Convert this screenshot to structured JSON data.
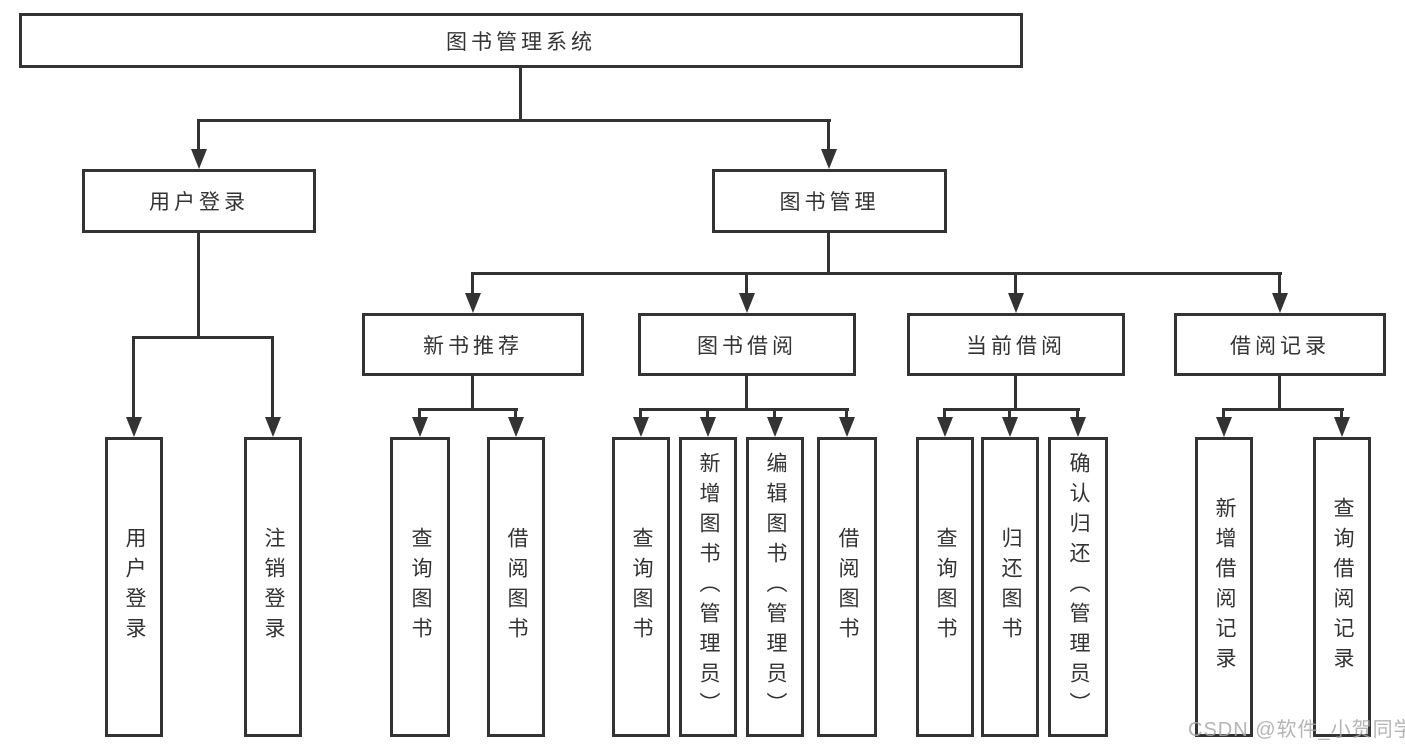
{
  "diagram": {
    "root": "图书管理系统",
    "level2": [
      "用户登录",
      "图书管理"
    ],
    "level3": [
      "新书推荐",
      "图书借阅",
      "当前借阅",
      "借阅记录"
    ],
    "leaves": {
      "user": [
        "用户登录",
        "注销登录"
      ],
      "recommend": [
        "查询图书",
        "借阅图书"
      ],
      "borrow": [
        "查询图书",
        "新增图书（管理员）",
        "编辑图书（管理员）",
        "借阅图书"
      ],
      "current": [
        "查询图书",
        "归还图书",
        "确认归还（管理员）"
      ],
      "records": [
        "新增借阅记录",
        "查询借阅记录"
      ]
    }
  },
  "watermark": "CSDN @软件_小贺同学",
  "colors": {
    "line": "#333333",
    "text": "#333333",
    "watermark": "#a8a8a8",
    "background": "#ffffff"
  }
}
